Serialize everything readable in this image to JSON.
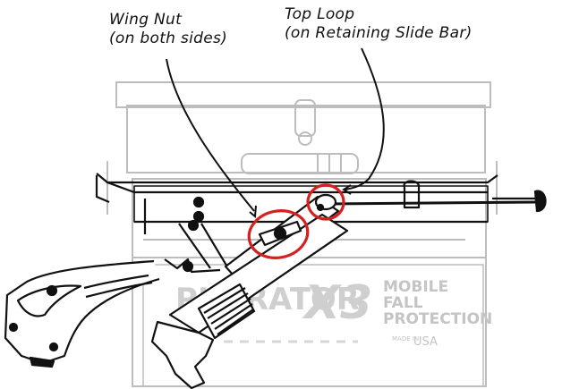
{
  "callouts": {
    "wing_nut": {
      "line1": "Wing Nut",
      "line2": "(on both sides)"
    },
    "top_loop": {
      "line1": "Top Loop",
      "line2": "(on Retaining Slide Bar)"
    }
  },
  "panel": {
    "brand_fragment": "PIN  RATOR",
    "model": "X3",
    "mobile": "MOBILE",
    "fall": "FALL",
    "protection": "PROTECTION",
    "made_in": "MADE IN",
    "usa": "USA"
  },
  "colors": {
    "highlight_circle": "#d62020",
    "line": "#111111",
    "faded_line": "#b9b9b9",
    "panel_text": "#c9c9c9"
  },
  "icons": [
    "wing-nut-icon",
    "top-loop-icon",
    "hand-grip-icon"
  ]
}
